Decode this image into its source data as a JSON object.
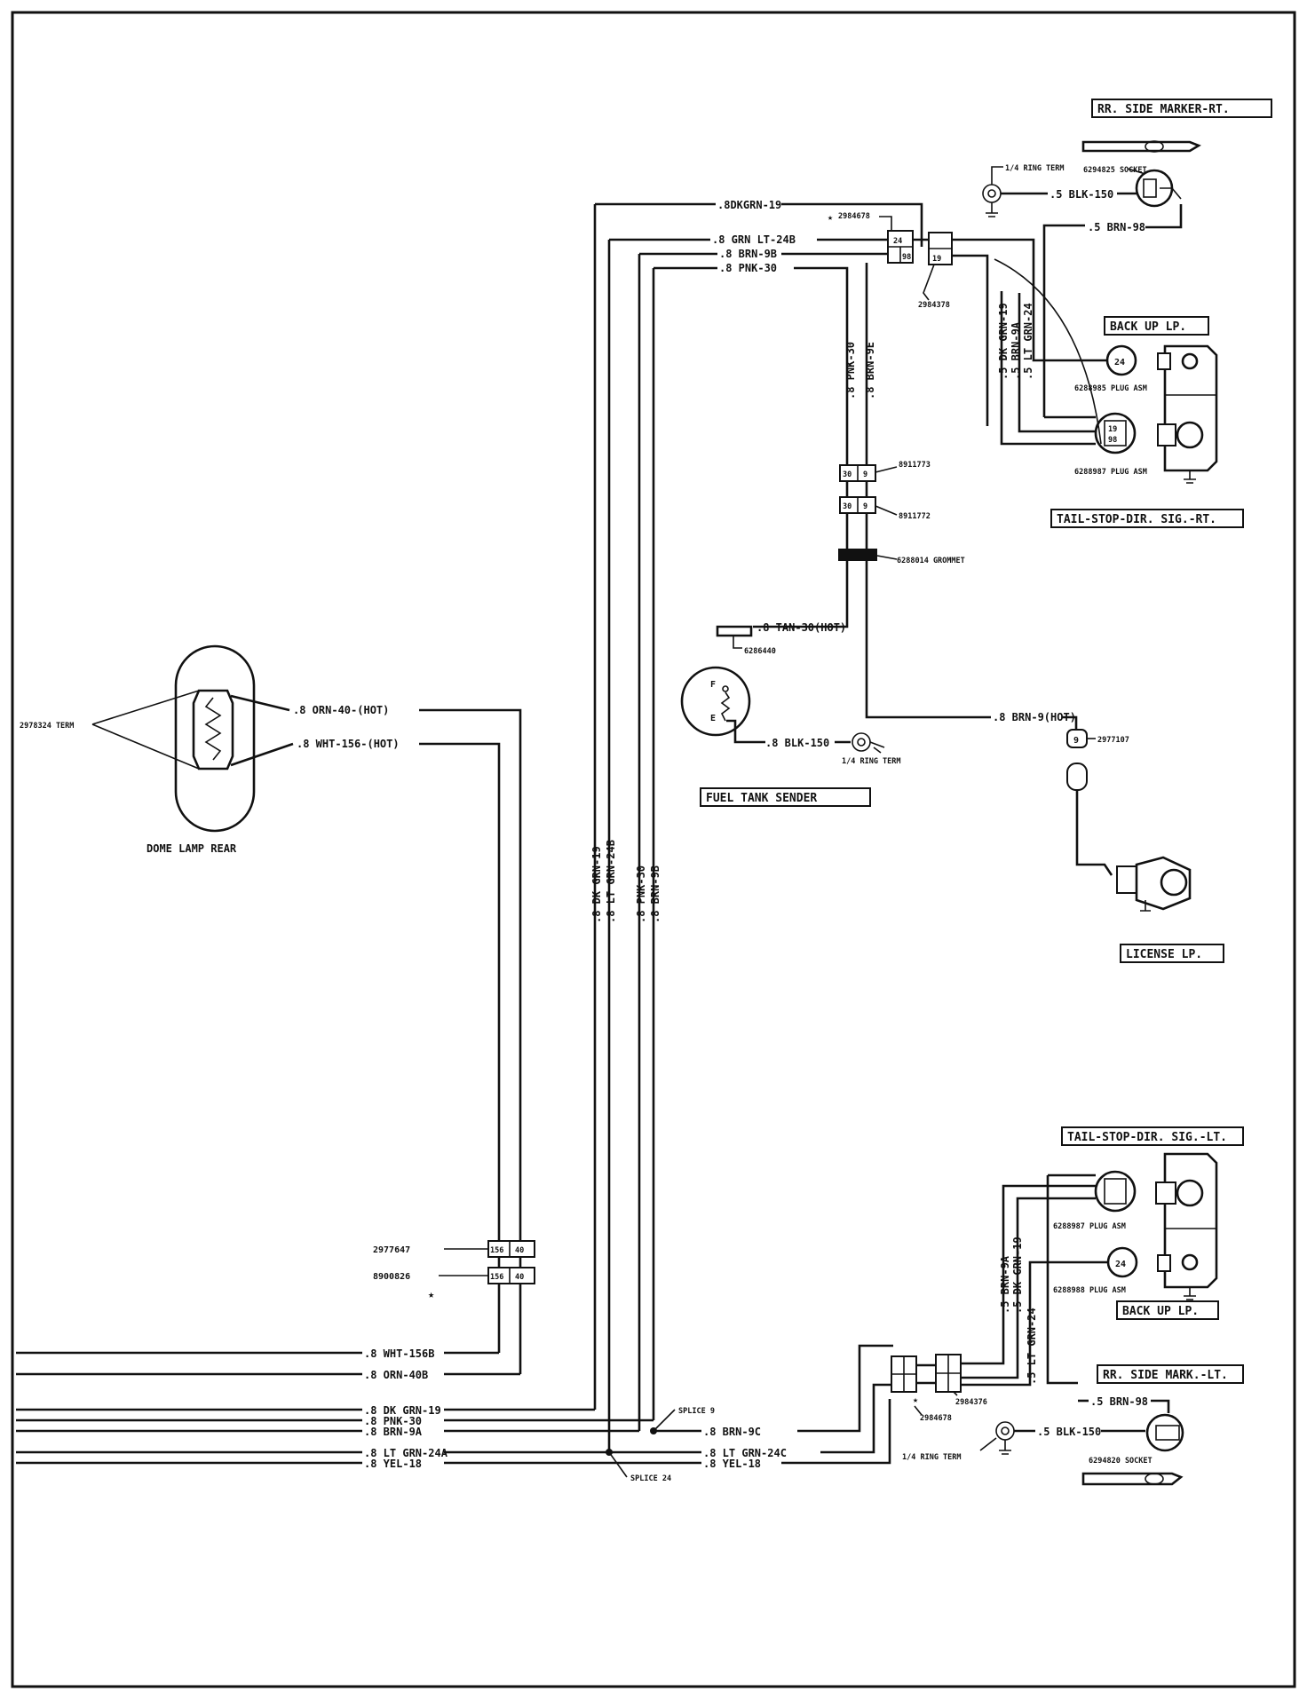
{
  "titles": {
    "rr_side_marker_rt": "RR. SIDE MARKER-RT.",
    "back_up_lp_rt": "BACK UP LP.",
    "tail_stop_rt": "TAIL-STOP-DIR. SIG.-RT.",
    "fuel_tank_sender": "FUEL TANK SENDER",
    "license_lp": "LICENSE LP.",
    "dome_lamp_rear": "DOME LAMP REAR",
    "tail_stop_lt": "TAIL-STOP-DIR. SIG.-LT.",
    "back_up_lp_lt": "BACK UP LP.",
    "rr_side_mark_lt": "RR. SIDE MARK.-LT."
  },
  "wire_labels": {
    "dk_grn_19_top": ".8DKGRN-19",
    "grn_lt_24b": ".8 GRN LT-24B",
    "brn_9b": ".8 BRN-9B",
    "pnk_30_top": ".8 PNK-30",
    "blk_150_rt": ".5 BLK-150",
    "brn_98_rt": ".5 BRN-98",
    "pnk_30_v": ".8 PNK-30",
    "brn_9e_v": ".8 BRN-9E",
    "dk_grn_19_v5": ".5 DK GRN-19",
    "brn_9a_v5": ".5 BRN-9A",
    "lt_grn_24_v5": ".5 LT GRN-24",
    "tan_30": ".8 TAN-30(HOT)",
    "blk_150_fuel": ".8 BLK-150",
    "brn_9_hot": ".8 BRN-9(HOT)",
    "orn_40_hot": ".8 ORN-40-(HOT)",
    "wht_156_hot": ".8 WHT-156-(HOT)",
    "dk_grn_19_vl": ".8 DK GRN-19",
    "lt_grn_24b_vl": ".8 LT GRN-24B",
    "pnk_30_vl": ".8 PNK-30",
    "brn_9b_vl": ".8 BRN-9B",
    "wht_156b": ".8 WHT-156B",
    "orn_40b": ".8 ORN-40B",
    "dk_grn_19_b": ".8 DK GRN-19",
    "pnk_30_b": ".8 PNK-30",
    "brn_9a_b": ".8 BRN-9A",
    "lt_grn_24a_b": ".8 LT GRN-24A",
    "yel_18_b": ".8 YEL-18",
    "brn_9c": ".8 BRN-9C",
    "lt_grn_24c": ".8 LT GRN-24C",
    "yel_18_c": ".8 YEL-18",
    "brn_9a_lt": ".5 BRN-9A",
    "dk_grn_19_lt": ".5 DK GRN-19",
    "lt_grn_24_lt": ".5 LT GRN-24",
    "brn_98_lt": ".5 BRN-98",
    "blk_150_lt": ".5 BLK-150"
  },
  "part_labels": {
    "p2984678_top": "2984678",
    "p2984378": "2984378",
    "p6294825_socket": "6294825 SOCKET",
    "ring_term_top": "1/4 RING TERM",
    "p6288985_plug": "6288985 PLUG ASM",
    "p6288987_plug_rt": "6288987 PLUG ASM",
    "p8911773": "8911773",
    "p8911772": "8911772",
    "p6288014": "6288014 GROMMET",
    "p6286440": "6286440",
    "ring_term_fuel": "1/4 RING TERM",
    "p2977107": "2977107",
    "p2978324": "2978324 TERM",
    "p2977647": "2977647",
    "p8900826": "8900826",
    "splice_9": "SPLICE 9",
    "splice_24": "SPLICE 24",
    "p2984678_bot": "2984678",
    "p2984376": "2984376",
    "ring_term_bot": "1/4 RING TERM",
    "p6288987_plug_lt": "6288987 PLUG ASM",
    "p6288988_plug": "6288988 PLUG ASM",
    "p6294820_socket": "6294820 SOCKET"
  },
  "connector_pins": {
    "c24": "24",
    "c98": "98",
    "c9": "9",
    "c19": "19",
    "c30a": "30",
    "c9a": "9",
    "c30b": "30",
    "c9b": "9",
    "c24b": "24",
    "c9hot": "9",
    "c156": "156",
    "c40": "40",
    "c156b": "156",
    "c40b": "40",
    "cF": "F",
    "cE": "E"
  },
  "star": "★"
}
